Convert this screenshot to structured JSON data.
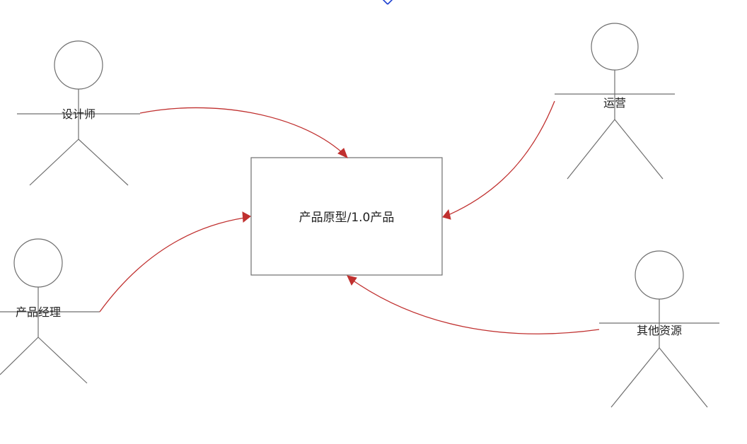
{
  "colors": {
    "actor_stroke": "#6f6f6f",
    "connector": "#c0302f",
    "text": "#222222",
    "top_marker": "#1b3fd1"
  },
  "center_box": {
    "label": "产品原型/1.0产品"
  },
  "actors": [
    {
      "id": "designer",
      "label": "设计师"
    },
    {
      "id": "operations",
      "label": "运营"
    },
    {
      "id": "product-manager",
      "label": "产品经理"
    },
    {
      "id": "other-resources",
      "label": "其他资源"
    }
  ],
  "top_marker_icon": "close-x-icon"
}
